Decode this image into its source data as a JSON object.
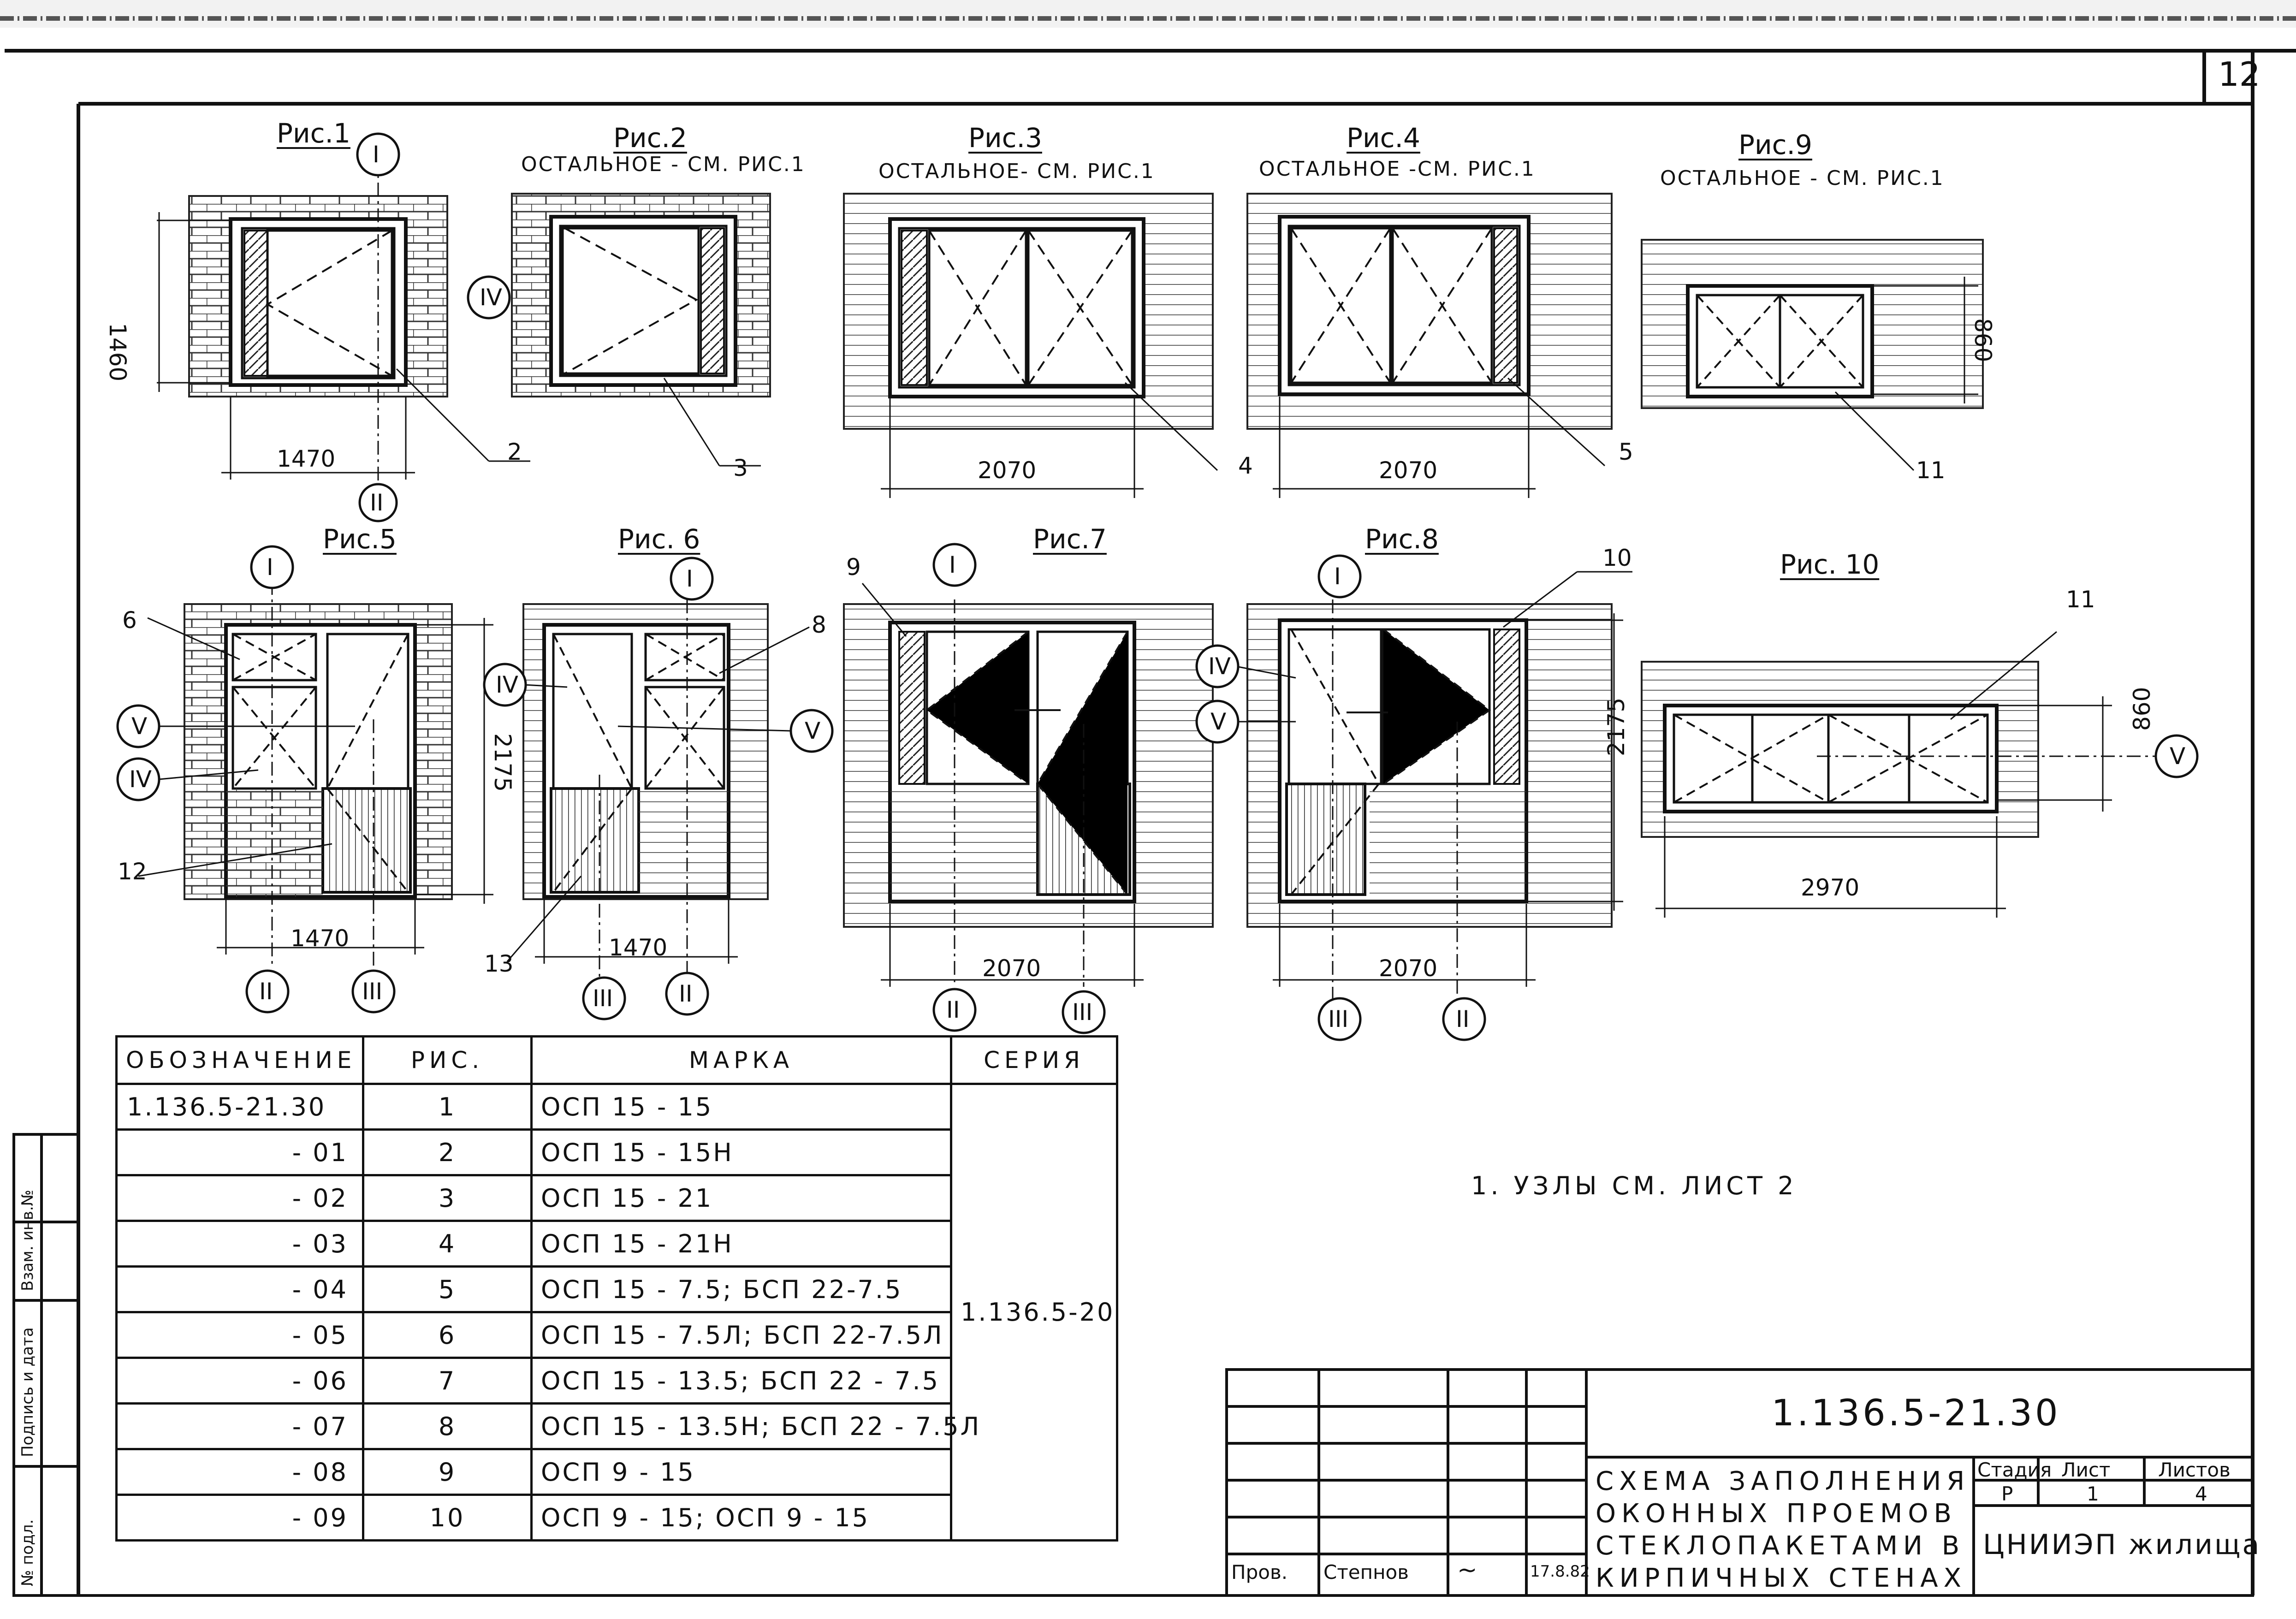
{
  "page_number": "12",
  "figures": [
    {
      "caption": "Рис.1",
      "subtitle": ""
    },
    {
      "caption": "Рис.2",
      "subtitle": "ОСТАЛЬНОЕ - СМ. РИС.1"
    },
    {
      "caption": "Рис.3",
      "subtitle": "ОСТАЛЬНОЕ- СМ. РИС.1"
    },
    {
      "caption": "Рис.4",
      "subtitle": "ОСТАЛЬНОЕ -СМ. РИС.1"
    },
    {
      "caption": "Рис.9",
      "subtitle": "ОСТАЛЬНОЕ - СМ. РИС.1"
    },
    {
      "caption": "Рис.5",
      "subtitle": ""
    },
    {
      "caption": "Рис. 6",
      "subtitle": ""
    },
    {
      "caption": "Рис.7",
      "subtitle": ""
    },
    {
      "caption": "Рис.8",
      "subtitle": ""
    },
    {
      "caption": "Рис. 10",
      "subtitle": ""
    }
  ],
  "dimensions": {
    "fig1_height": "1460",
    "fig1_width": "1470",
    "fig3_width": "2070",
    "fig4_width": "2070",
    "fig9_height": "860",
    "fig5_height": "2175",
    "fig5_width": "1470",
    "fig6_width": "1470",
    "fig7_height": "2175",
    "fig7_width": "2070",
    "fig8_width": "2070",
    "fig10_height": "860",
    "fig10_width": "2970"
  },
  "section_marks": [
    "I",
    "II",
    "III",
    "IV",
    "V"
  ],
  "leaders": [
    "2",
    "3",
    "4",
    "5",
    "11",
    "6",
    "8",
    "9",
    "10",
    "11",
    "12",
    "13"
  ],
  "spec_table": {
    "headers": [
      "ОБОЗНАЧЕНИЕ",
      "РИС.",
      "МАРКА",
      "СЕРИЯ"
    ],
    "series": "1.136.5-20",
    "rows": [
      {
        "code": "1.136.5-21.30",
        "fig": "1",
        "mark": "ОСП 15 - 15"
      },
      {
        "code": "- 01",
        "fig": "2",
        "mark": "ОСП 15 - 15Н"
      },
      {
        "code": "- 02",
        "fig": "3",
        "mark": "ОСП 15 - 21"
      },
      {
        "code": "- 03",
        "fig": "4",
        "mark": "ОСП 15 - 21Н"
      },
      {
        "code": "- 04",
        "fig": "5",
        "mark": "ОСП 15 - 7.5; БСП 22-7.5"
      },
      {
        "code": "- 05",
        "fig": "6",
        "mark": "ОСП 15 - 7.5Л; БСП 22-7.5Л"
      },
      {
        "code": "- 06",
        "fig": "7",
        "mark": "ОСП 15 - 13.5; БСП 22 - 7.5"
      },
      {
        "code": "- 07",
        "fig": "8",
        "mark": "ОСП 15 - 13.5Н; БСП 22 - 7.5Л"
      },
      {
        "code": "- 08",
        "fig": "9",
        "mark": "ОСП 9 - 15"
      },
      {
        "code": "- 09",
        "fig": "10",
        "mark": "ОСП 9 - 15;   ОСП 9 - 15"
      }
    ]
  },
  "note": "1. УЗЛЫ СМ. ЛИСТ 2",
  "title_block": {
    "document_code": "1.136.5-21.30",
    "title_lines": [
      "СХЕМА ЗАПОЛНЕНИЯ",
      "ОКОННЫХ ПРОЕМОВ",
      "СТЕКЛОПАКЕТАМИ В",
      "КИРПИЧНЫХ СТЕНАХ"
    ],
    "stage_label": "Стадия",
    "sheet_label": "Лист",
    "sheets_label": "Листов",
    "stage": "Р",
    "sheet": "1",
    "sheets": "4",
    "organization": "ЦНИИЭП жилища",
    "checked_label": "Пров.",
    "checked_name": "Степнов",
    "date": "17.8.82"
  },
  "side_stamp": {
    "labels": [
      "№ подл.",
      "Подпись и дата",
      "Взам. инв.№"
    ]
  }
}
